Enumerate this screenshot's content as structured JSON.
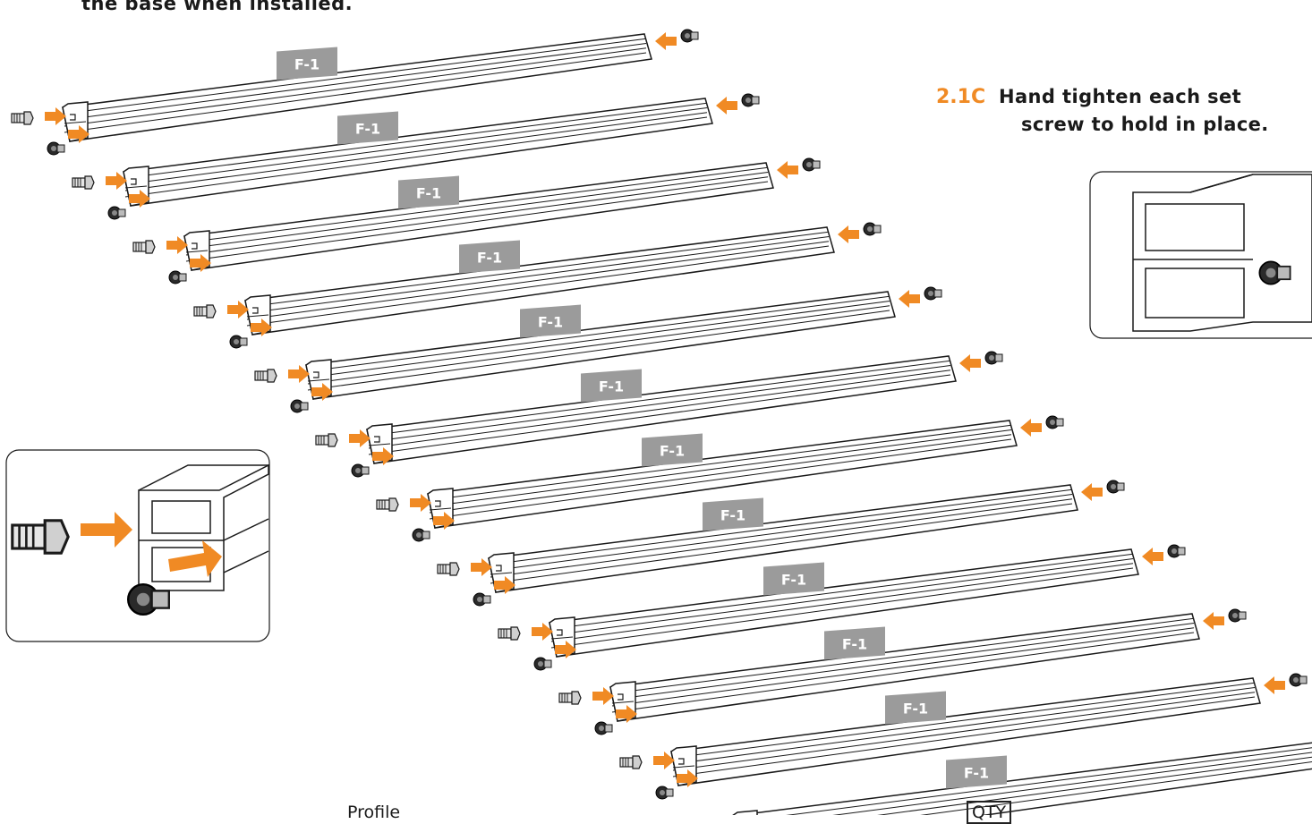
{
  "header": {
    "caption": "the base when installed."
  },
  "step": {
    "number": "2.1C",
    "text_line1": "Hand tighten  each set",
    "text_line2": "screw to hold in place."
  },
  "part_label": "F-1",
  "part_count": 12,
  "footer": {
    "profile_label": "Profile",
    "qty_label": "QTY"
  },
  "colors": {
    "accent": "#f08a24",
    "label_bg": "#9b9b9b",
    "line": "#1a1a1a"
  },
  "icons": [
    "set-screw-icon",
    "arrow-right-icon",
    "arrow-left-icon"
  ]
}
